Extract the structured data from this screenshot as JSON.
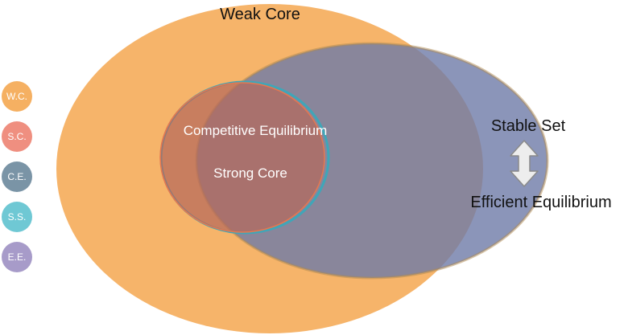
{
  "diagram": {
    "sets": {
      "weak_core": {
        "label": "Weak Core",
        "color": "#F5B062"
      },
      "efficient_equilibrium": {
        "label": "Efficient Equilibrium",
        "color": "#6E7BA8"
      },
      "strong_core": {
        "label": "Strong Core",
        "color": "#B56A5C"
      },
      "competitive_equilibrium": {
        "label": "Competitive Equilibrium",
        "color": "#3FA6B8"
      },
      "stable_set": {
        "label": "Stable Set"
      }
    },
    "legend": [
      {
        "abbr": "W.C.",
        "color": "#F5B062"
      },
      {
        "abbr": "S.C.",
        "color": "#EF8F80"
      },
      {
        "abbr": "C.E.",
        "color": "#7A94A6"
      },
      {
        "abbr": "S.S.",
        "color": "#6FC8D4"
      },
      {
        "abbr": "E.E.",
        "color": "#A79BC9"
      }
    ],
    "arrow": {
      "icon": "double-arrow-vertical-icon"
    }
  }
}
